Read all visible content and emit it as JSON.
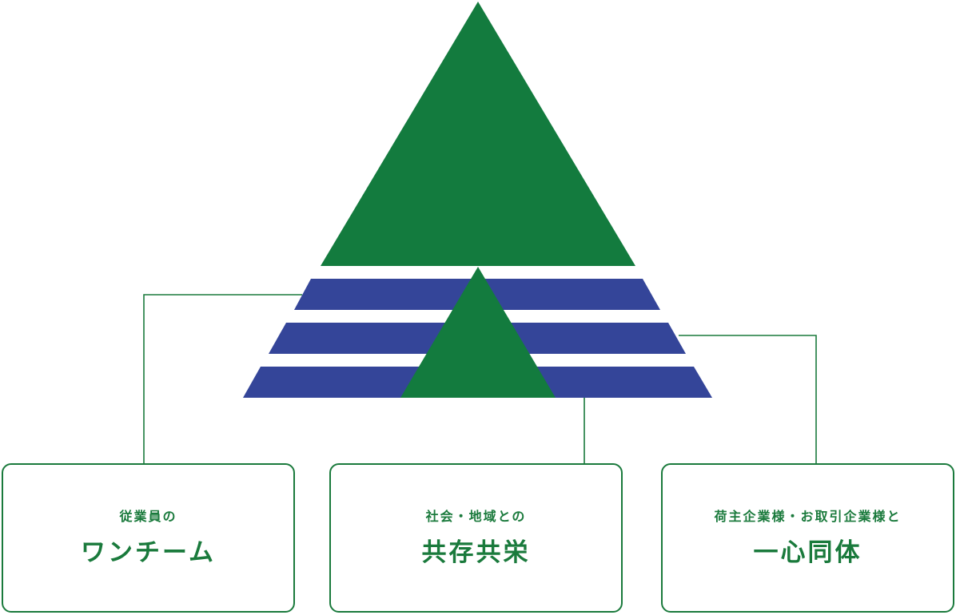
{
  "colors": {
    "green": "#137b3e",
    "blue": "#344599",
    "line": "#1a7a3c",
    "text": "#1a7a3c"
  },
  "cards": [
    {
      "sub": "従業員の",
      "main": "ワンチーム"
    },
    {
      "sub": "社会・地域との",
      "main": "共存共栄"
    },
    {
      "sub": "荷主企業様・お取引企業様と",
      "main": "一心同体"
    }
  ]
}
